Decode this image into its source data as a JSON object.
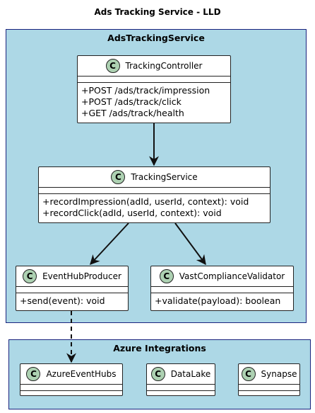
{
  "title": "Ads Tracking Service - LLD",
  "packages": {
    "ads": {
      "name": "AdsTrackingService"
    },
    "azure": {
      "name": "Azure Integrations"
    }
  },
  "classes": {
    "controller": {
      "name": "TrackingController",
      "stereotype": "C",
      "methods": [
        "+POST /ads/track/impression",
        "+POST /ads/track/click",
        "+GET /ads/track/health"
      ]
    },
    "service": {
      "name": "TrackingService",
      "stereotype": "C",
      "methods": [
        "+recordImpression(adId, userId, context): void",
        "+recordClick(adId, userId, context): void"
      ]
    },
    "producer": {
      "name": "EventHubProducer",
      "stereotype": "C",
      "methods": [
        "+send(event): void"
      ]
    },
    "validator": {
      "name": "VastComplianceValidator",
      "stereotype": "C",
      "methods": [
        "+validate(payload): boolean"
      ]
    },
    "eventhubs": {
      "name": "AzureEventHubs",
      "stereotype": "C"
    },
    "datalake": {
      "name": "DataLake",
      "stereotype": "C"
    },
    "synapse": {
      "name": "Synapse",
      "stereotype": "C"
    }
  },
  "colors": {
    "package_fill": "#add8e6",
    "package_border": "#1a237e",
    "class_circle": "#add1b2"
  }
}
